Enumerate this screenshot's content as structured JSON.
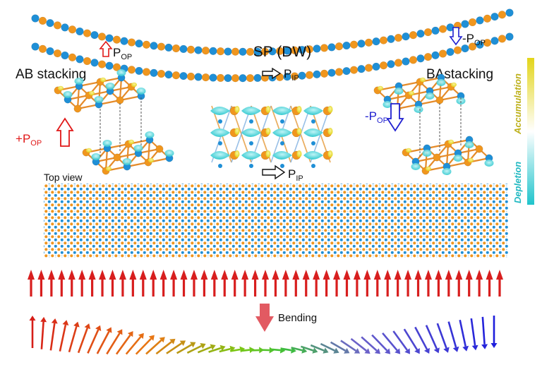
{
  "title": "SP (DW)",
  "labels": {
    "ab_stacking": "AB stacking",
    "ba_stacking": "BAstacking",
    "top_view": "Top view",
    "bending": "Bending",
    "depletion": "Depletion",
    "accumulation": "Accumulation"
  },
  "polarization": {
    "p_op_plus": {
      "sign": "+",
      "base": "P",
      "sub": "OP"
    },
    "p_op_minus_left": {
      "sign": "-",
      "base": "P",
      "sub": "OP"
    },
    "p_op_minus_right": {
      "sign": "-",
      "base": "P",
      "sub": "OP"
    },
    "p_op_top": {
      "sign": "",
      "base": "P",
      "sub": "OP"
    },
    "p_ip_top": {
      "sign": "",
      "base": "P",
      "sub": "IP"
    },
    "p_ip_bottom": {
      "sign": "",
      "base": "P",
      "sub": "IP"
    }
  },
  "colors": {
    "atom_blue": "#1f8fd6",
    "atom_orange": "#f0961e",
    "accumulation": "#e0d21a",
    "depletion": "#2fc8cf",
    "arrow_red": "#d81e1e",
    "arrow_blue": "#2a2ad8",
    "bending_arrow": "#e25a62",
    "p_op_plus_color": "#e01818",
    "p_op_minus_color": "#2020d0"
  },
  "icons": {
    "p_op_up": "hollow-arrow-up-icon",
    "p_op_down": "hollow-arrow-down-icon",
    "p_ip_right": "hollow-arrow-right-icon",
    "bending": "arrow-down-icon"
  }
}
